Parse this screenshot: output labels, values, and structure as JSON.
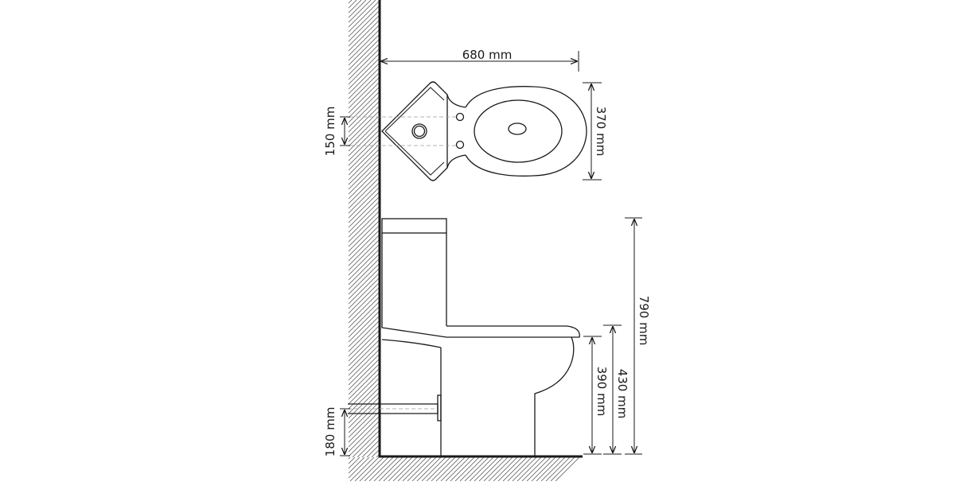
{
  "dimensions": {
    "width": "680 mm",
    "depth": "370 mm",
    "outlet_offset": "150 mm",
    "total_height": "790 mm",
    "seat_height": "430 mm",
    "bowl_height": "390 mm",
    "outlet_height": "180 mm"
  }
}
